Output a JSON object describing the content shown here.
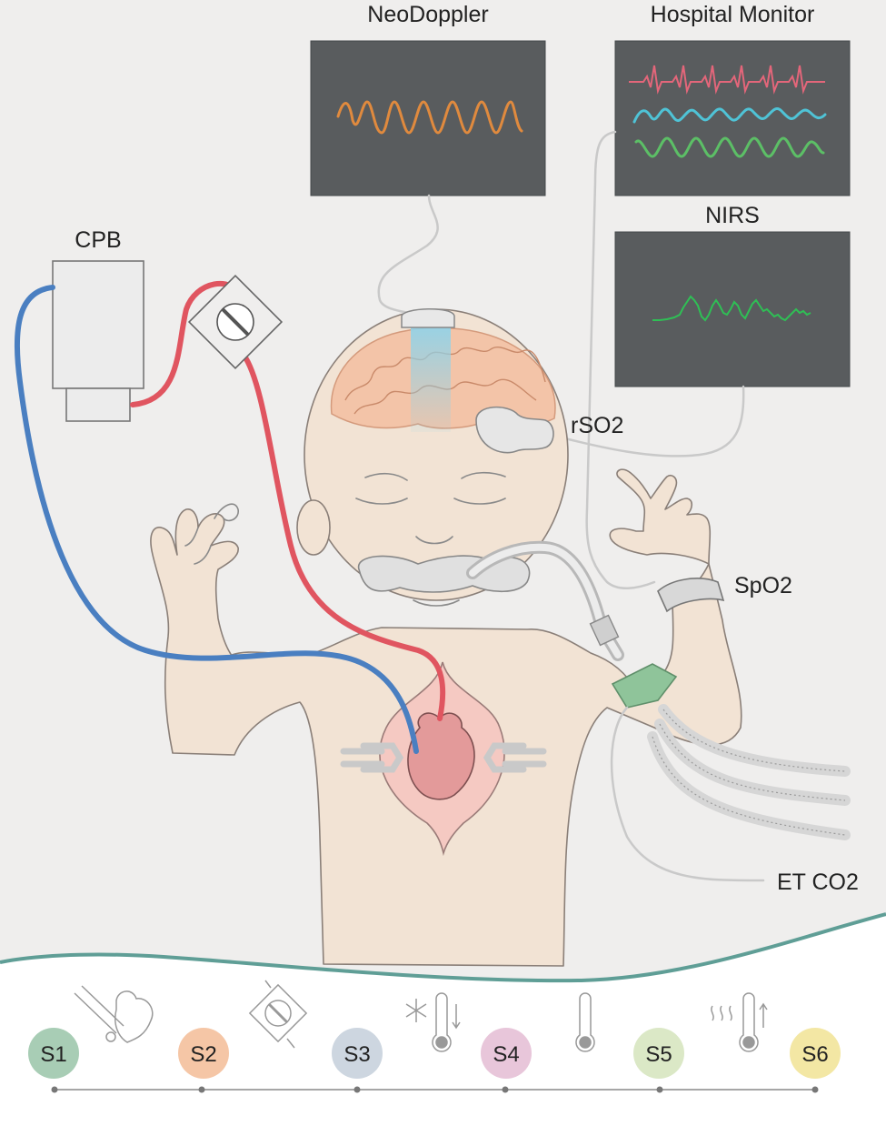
{
  "labels": {
    "neodoppler": "NeoDoppler",
    "hospital_monitor": "Hospital Monitor",
    "nirs": "NIRS",
    "cpb": "CPB",
    "rso2": "rSO2",
    "spo2": "SpO2",
    "etco2": "ET CO2"
  },
  "stages": [
    {
      "label": "S1",
      "color": "#a8cdb5"
    },
    {
      "label": "S2",
      "color": "#f5c6a6"
    },
    {
      "label": "S3",
      "color": "#cdd6e0"
    },
    {
      "label": "S4",
      "color": "#e8c6da"
    },
    {
      "label": "S5",
      "color": "#dbe8c6"
    },
    {
      "label": "S6",
      "color": "#f3e7a4"
    }
  ],
  "colors": {
    "background": "#efeeed",
    "monitor": "#595c5e",
    "arterial_line": "#e05560",
    "venous_line": "#4a7fc1",
    "wave_doppler": "#e08a3e",
    "wave_ecg": "#e3667a",
    "wave_cyan": "#4fc3d6",
    "wave_green": "#5cbf66",
    "wave_nirs": "#2fbf55",
    "teal_divider": "#5f9e96",
    "co2_sensor": "#8fc49a"
  },
  "icons": [
    "heart-cannula-icon",
    "pump-icon",
    "cooling-thermometer-icon",
    "thermometer-icon",
    "warming-thermometer-icon"
  ]
}
